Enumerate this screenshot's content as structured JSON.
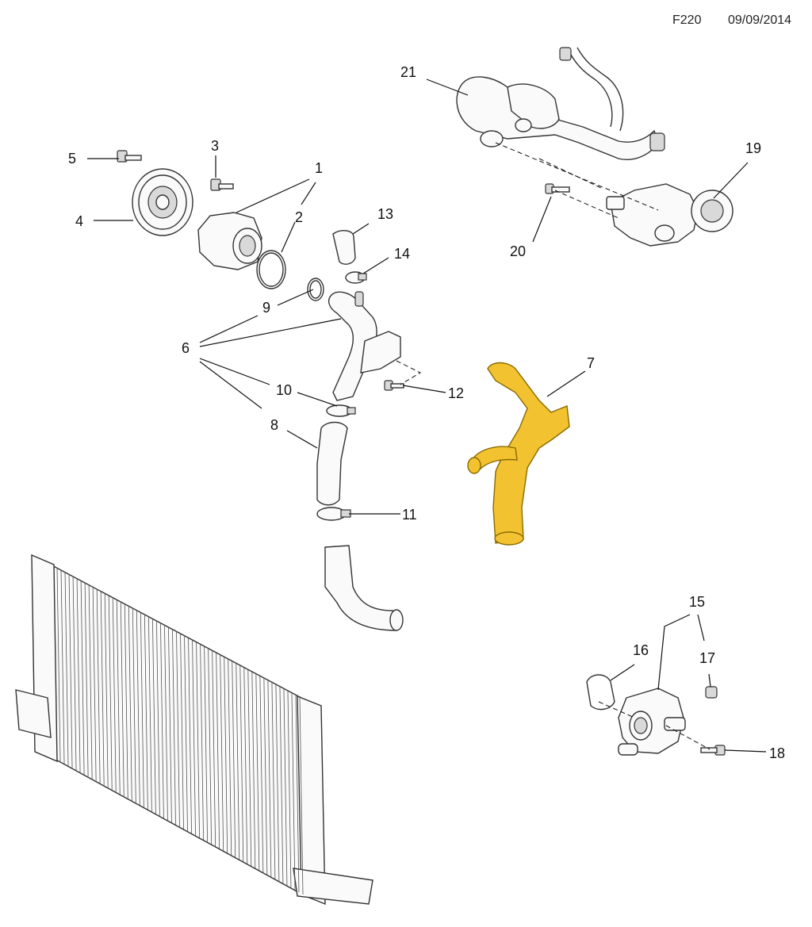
{
  "header": {
    "code": "F220",
    "date": "09/09/2014"
  },
  "callouts": [
    "1",
    "2",
    "3",
    "4",
    "5",
    "6",
    "7",
    "8",
    "9",
    "10",
    "11",
    "12",
    "13",
    "14",
    "15",
    "16",
    "17",
    "18",
    "19",
    "20",
    "21"
  ],
  "highlight_color": "#f2c230"
}
